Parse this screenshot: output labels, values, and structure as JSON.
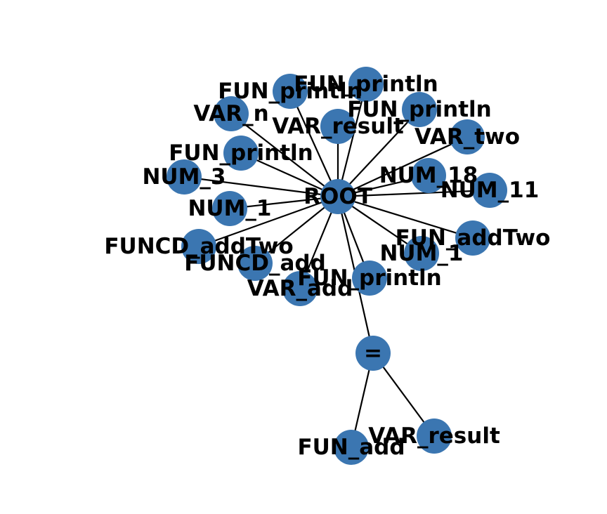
{
  "colors": {
    "node_fill": "#3b76b1",
    "edge": "#000000",
    "label": "#000000",
    "background": "#ffffff"
  },
  "nodes": [
    {
      "id": "root",
      "label": "ROOT"
    },
    {
      "id": "fun_println_1",
      "label": "FUN_println"
    },
    {
      "id": "fun_println_2",
      "label": "FUN_println"
    },
    {
      "id": "var_n",
      "label": "VAR_n"
    },
    {
      "id": "var_result_1",
      "label": "VAR_result"
    },
    {
      "id": "fun_println_3",
      "label": "FUN_println"
    },
    {
      "id": "var_two",
      "label": "VAR_two"
    },
    {
      "id": "fun_println_4",
      "label": "FUN_println"
    },
    {
      "id": "num_3",
      "label": "NUM_3"
    },
    {
      "id": "num_18",
      "label": "NUM_18"
    },
    {
      "id": "num_11",
      "label": "NUM_11"
    },
    {
      "id": "num_1_a",
      "label": "NUM_1"
    },
    {
      "id": "fun_addtwo",
      "label": "FUN_addTwo"
    },
    {
      "id": "funcd_addtwo",
      "label": "FUNCD_addTwo"
    },
    {
      "id": "num_1_b",
      "label": "NUM_1"
    },
    {
      "id": "funcd_add",
      "label": "FUNCD_add"
    },
    {
      "id": "fun_println_5",
      "label": "FUN_println"
    },
    {
      "id": "var_add",
      "label": "VAR_add"
    },
    {
      "id": "assign",
      "label": "="
    },
    {
      "id": "var_result_2",
      "label": "VAR_result"
    },
    {
      "id": "fun_add",
      "label": "FUN_add"
    }
  ],
  "edges": [
    [
      "root",
      "fun_println_1"
    ],
    [
      "root",
      "fun_println_2"
    ],
    [
      "root",
      "var_n"
    ],
    [
      "root",
      "var_result_1"
    ],
    [
      "root",
      "fun_println_3"
    ],
    [
      "root",
      "var_two"
    ],
    [
      "root",
      "fun_println_4"
    ],
    [
      "root",
      "num_3"
    ],
    [
      "root",
      "num_18"
    ],
    [
      "root",
      "num_11"
    ],
    [
      "root",
      "num_1_a"
    ],
    [
      "root",
      "fun_addtwo"
    ],
    [
      "root",
      "funcd_addtwo"
    ],
    [
      "root",
      "num_1_b"
    ],
    [
      "root",
      "funcd_add"
    ],
    [
      "root",
      "fun_println_5"
    ],
    [
      "root",
      "var_add"
    ],
    [
      "root",
      "assign"
    ],
    [
      "assign",
      "var_result_2"
    ],
    [
      "assign",
      "fun_add"
    ]
  ]
}
